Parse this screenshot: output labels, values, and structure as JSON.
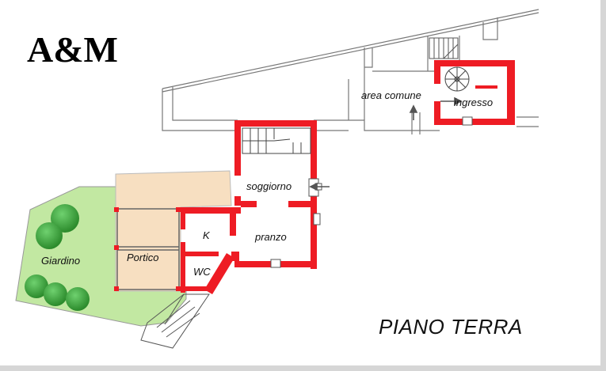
{
  "logo": {
    "text": "A&M"
  },
  "title": "PIANO TERRA",
  "rooms": {
    "area_comune": "area comune",
    "ingresso": "ingresso",
    "soggiorno": "soggiorno",
    "k": "K",
    "pranzo": "pranzo",
    "giardino": "Giardino",
    "portico": "Portico",
    "wc": "WC"
  },
  "colors": {
    "wall_red": "#ee1c24",
    "garden_green": "#c2e8a2",
    "portico_beige": "#f7dfc1",
    "tree_green": "#3da83d",
    "line_grey": "#777777"
  }
}
